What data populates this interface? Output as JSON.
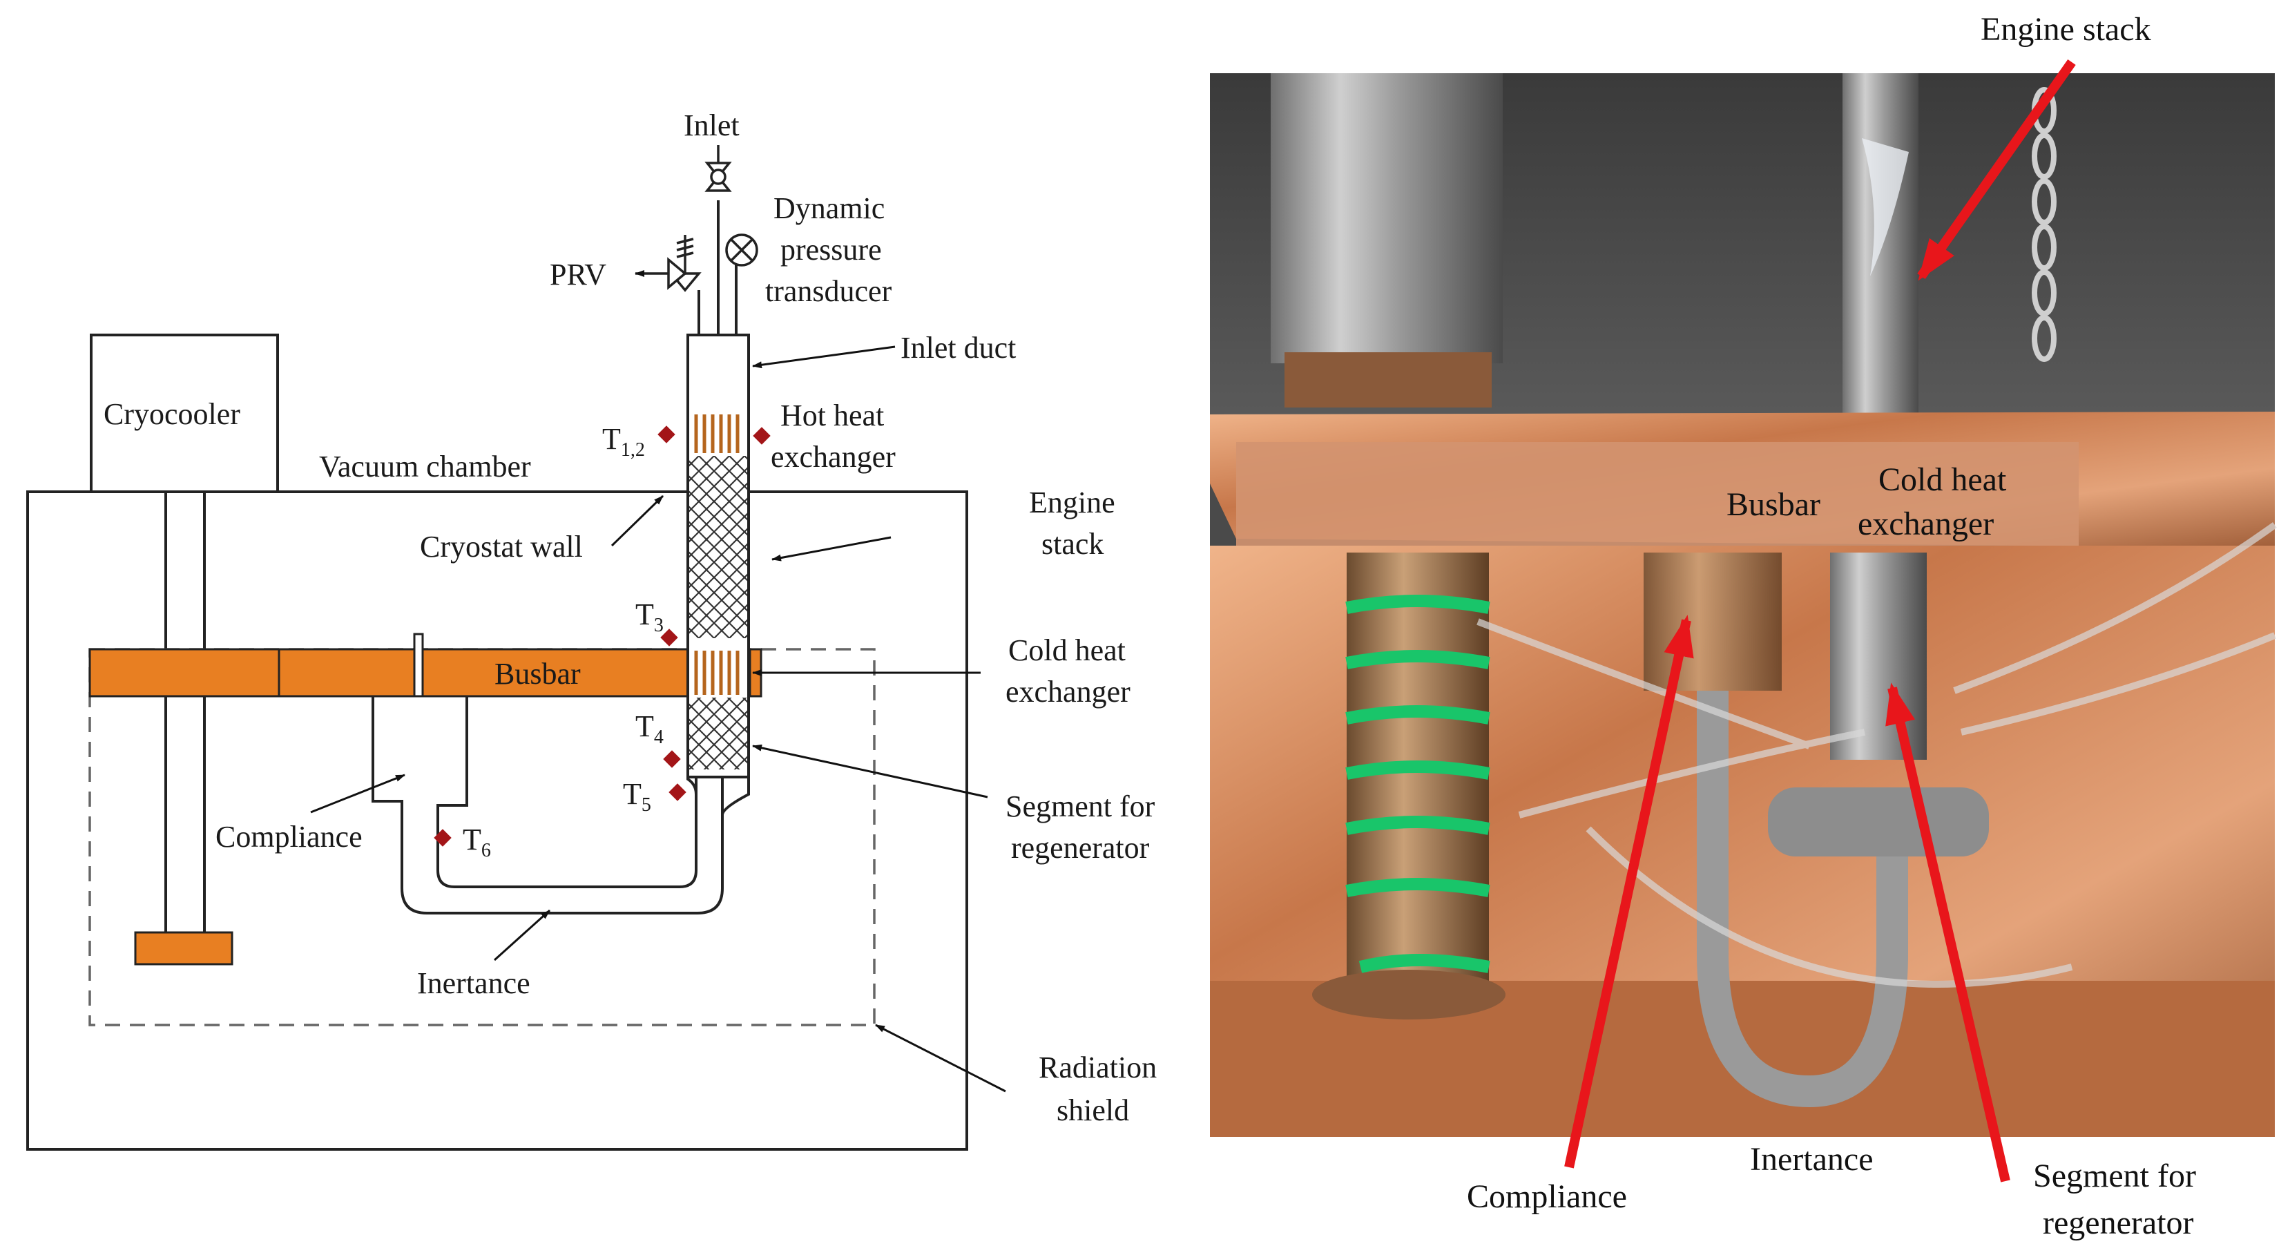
{
  "schematic": {
    "inlet": "Inlet",
    "dynamic_pressure_transducer": [
      "Dynamic",
      "pressure",
      "transducer"
    ],
    "prv": "PRV",
    "inlet_duct": "Inlet duct",
    "hot_heat_exchanger": [
      "Hot heat",
      "exchanger"
    ],
    "cryocooler": "Cryocooler",
    "vacuum_chamber": "Vacuum chamber",
    "engine_stack": [
      "Engine",
      "stack"
    ],
    "cryostat_wall": "Cryostat wall",
    "busbar": "Busbar",
    "cold_heat_exchanger": [
      "Cold heat",
      "exchanger"
    ],
    "segment_for_regenerator": [
      "Segment for",
      "regenerator"
    ],
    "compliance": "Compliance",
    "inertance": "Inertance",
    "radiation_shield": [
      "Radiation",
      "shield"
    ],
    "sensors": [
      {
        "base": "T",
        "sub": "1,2"
      },
      {
        "base": "T",
        "sub": "3"
      },
      {
        "base": "T",
        "sub": "4"
      },
      {
        "base": "T",
        "sub": "5"
      },
      {
        "base": "T",
        "sub": "6"
      }
    ],
    "colors": {
      "copper": "#e87f22",
      "sensor": "#a31518",
      "hx_fill": "#b5651d"
    }
  },
  "photo": {
    "engine_stack": "Engine stack",
    "busbar": "Busbar",
    "cold_heat_exchanger": [
      "Cold heat",
      "exchanger"
    ],
    "compliance": "Compliance",
    "inertance": "Inertance",
    "segment_for_regenerator": [
      "Segment for",
      "regenerator"
    ],
    "colors": {
      "arrow": "#e8161b",
      "copper": "#c97a4a"
    }
  }
}
